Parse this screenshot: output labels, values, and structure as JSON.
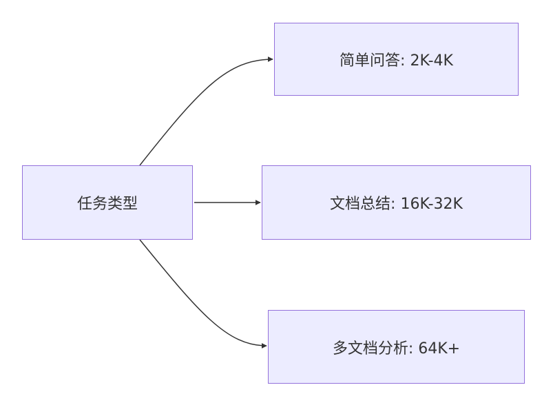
{
  "diagram": {
    "root": {
      "label": "任务类型"
    },
    "children": [
      {
        "label": "简单问答: 2K-4K"
      },
      {
        "label": "文档总结: 16K-32K"
      },
      {
        "label": "多文档分析: 64K+"
      }
    ]
  },
  "colors": {
    "node_fill": "#ececff",
    "node_border": "#9370db",
    "edge": "#333333",
    "text": "#333333",
    "background": "#ffffff"
  }
}
